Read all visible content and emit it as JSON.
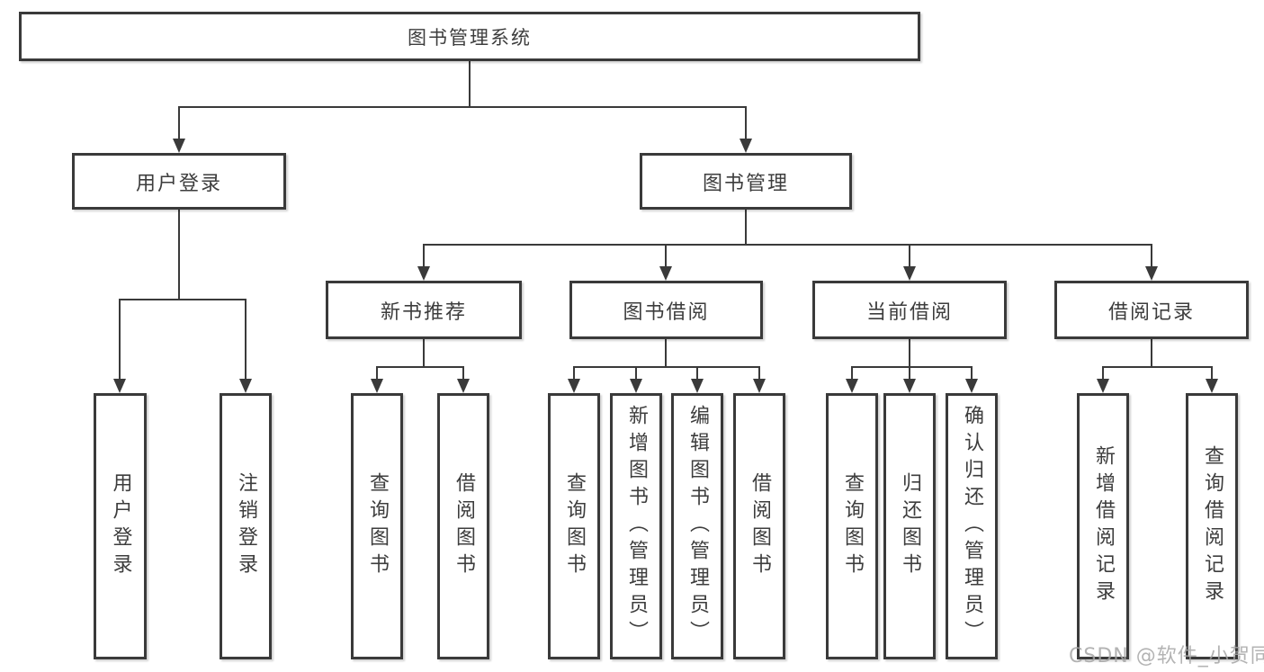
{
  "diagram": {
    "root": {
      "label": "图书管理系统",
      "children": [
        {
          "label": "用户登录",
          "children": [
            {
              "label": "用户登录"
            },
            {
              "label": "注销登录"
            }
          ]
        },
        {
          "label": "图书管理",
          "children": [
            {
              "label": "新书推荐",
              "children": [
                {
                  "label": "查询图书"
                },
                {
                  "label": "借阅图书"
                }
              ]
            },
            {
              "label": "图书借阅",
              "children": [
                {
                  "label": "查询图书"
                },
                {
                  "label": "新增图书（管理员）"
                },
                {
                  "label": "编辑图书（管理员）"
                },
                {
                  "label": "借阅图书"
                }
              ]
            },
            {
              "label": "当前借阅",
              "children": [
                {
                  "label": "查询图书"
                },
                {
                  "label": "归还图书"
                },
                {
                  "label": "确认归还（管理员）"
                }
              ]
            },
            {
              "label": "借阅记录",
              "children": [
                {
                  "label": "新增借阅记录"
                },
                {
                  "label": "查询借阅记录"
                }
              ]
            }
          ]
        }
      ]
    }
  },
  "watermark": {
    "text": "CSDN @软件_小贺同学"
  },
  "colors": {
    "line": "#3a3a3a",
    "text": "#3d3d3d",
    "background": "#ffffff",
    "watermark": "#a6a6a6"
  }
}
